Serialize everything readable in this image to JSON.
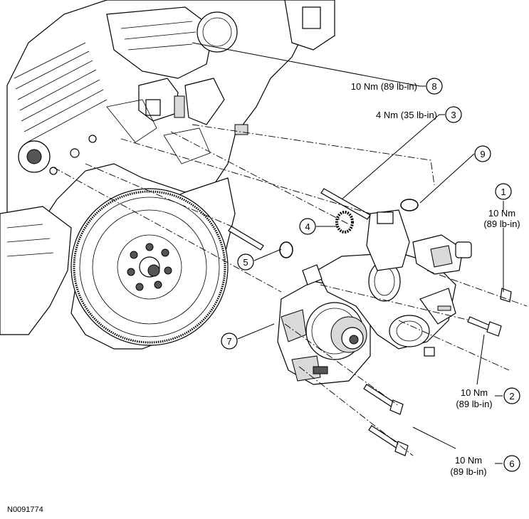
{
  "figure_ref": "N0091774",
  "callouts": [
    {
      "num": "1",
      "torque_line1": "10 Nm",
      "torque_line2": "(89 lb-in)"
    },
    {
      "num": "2",
      "torque_line1": "10 Nm",
      "torque_line2": "(89 lb-in)"
    },
    {
      "num": "3",
      "torque": "4 Nm (35 lb-in)"
    },
    {
      "num": "4"
    },
    {
      "num": "5"
    },
    {
      "num": "6",
      "torque_line1": "10 Nm",
      "torque_line2": "(89 lb-in)"
    },
    {
      "num": "7"
    },
    {
      "num": "8",
      "torque": "10 Nm (89 lb-in)"
    },
    {
      "num": "9"
    }
  ]
}
